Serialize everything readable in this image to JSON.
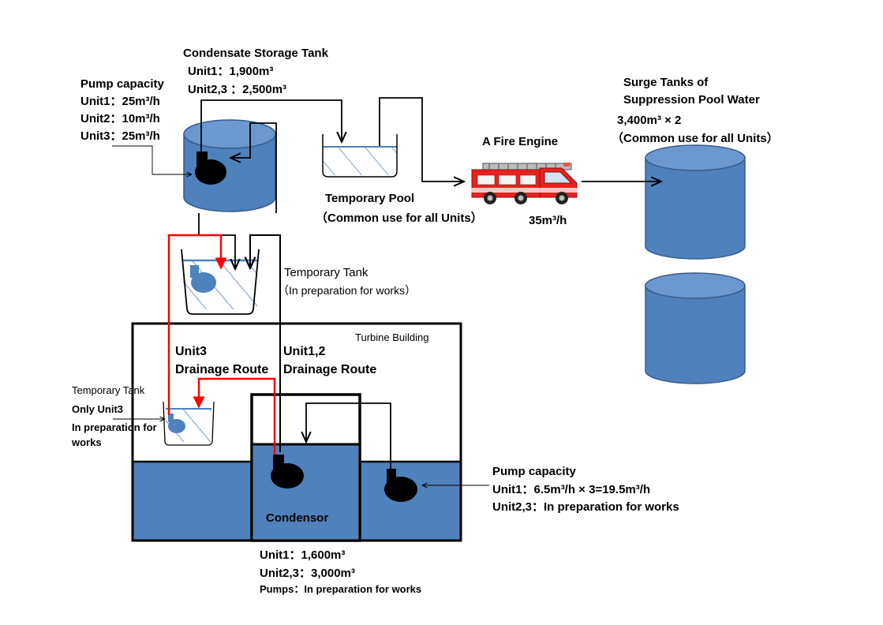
{
  "colors": {
    "water": "#4f81bd",
    "water_edge": "#385d8a",
    "water_top": "#6a98cf",
    "route_unit3": "#ff0000",
    "route_unit12": "#000000",
    "pump": "#000000"
  },
  "icons": {
    "pump": "pump-icon",
    "fire_engine": "fire-engine-icon",
    "arrow": "arrow-icon"
  },
  "cst": {
    "title": "Condensate Storage Tank",
    "unit1": "Unit1：1,900m³",
    "unit23": "Unit2,3 ：2,500m³"
  },
  "pump_top": {
    "title": "Pump capacity",
    "unit1": "Unit1：25m³/h",
    "unit2": "Unit2：10m³/h",
    "unit3": "Unit3：25m³/h"
  },
  "temp_pool": {
    "title": "Temporary Pool",
    "note": "（Common use for all Units）"
  },
  "fire_engine": {
    "title": "A Fire Engine",
    "rate": "35m³/h"
  },
  "surge": {
    "title_l1": "Surge Tanks of",
    "title_l2": "Suppression Pool Water",
    "capacity": "3,400m³ × 2",
    "note": "（Common use for all Units）"
  },
  "temp_tank": {
    "title": "Temporary Tank",
    "note": "（In preparation for works）"
  },
  "turbine": {
    "title": "Turbine Building"
  },
  "routes": {
    "unit3_l1": "Unit3",
    "unit3_l2": "Drainage Route",
    "unit12_l1": "Unit1,2",
    "unit12_l2": "Drainage Route"
  },
  "temp_tank_small": {
    "title": "Temporary Tank",
    "line1": "Only Unit3",
    "line2": "In preparation for",
    "line3": "works"
  },
  "condensor": {
    "title": "Condensor",
    "unit1": "Unit1：1,600m³",
    "unit23": "Unit2,3：3,000m³",
    "pumps": "Pumps：In preparation for works"
  },
  "pump_right": {
    "title": "Pump capacity",
    "unit1": "Unit1：6.5m³/h × 3=19.5m³/h",
    "unit23": "Unit2,3：In preparation for works"
  }
}
